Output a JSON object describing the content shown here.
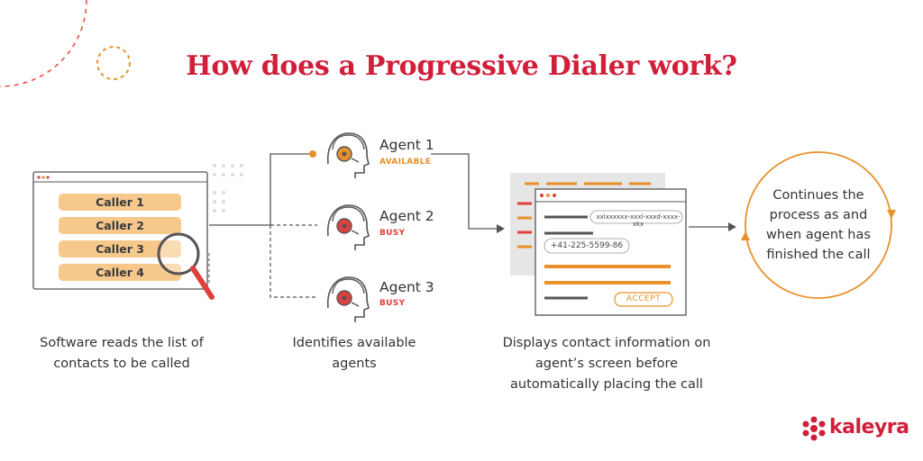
{
  "title": "How does a Progressive Dialer work?",
  "callers": [
    "Caller 1",
    "Caller 2",
    "Caller 3",
    "Caller 4"
  ],
  "agents": [
    {
      "name": "Agent 1",
      "status": "AVAILABLE",
      "color": "#e8902a"
    },
    {
      "name": "Agent 2",
      "status": "BUSY",
      "color": "#e0403c"
    },
    {
      "name": "Agent 3",
      "status": "BUSY",
      "color": "#e0403c"
    }
  ],
  "screen": {
    "field_value": "xxlxxxxxx-xxxl-xxxd-xxxx-xkx",
    "phone": "+41-225-5599-86",
    "accept_label": "ACCEPT"
  },
  "loop_text": "Continues the process as and when agent has finished the call",
  "captions": {
    "step1": "Software reads the list of contacts to be called",
    "step2": "Identifies available agents",
    "step3": "Displays contact information on agent’s screen before automatically placing the call"
  },
  "logo": "kaleyra",
  "colors": {
    "brand_red": "#d11f3a",
    "orange": "#e8902a",
    "caller_fill": "#f6c88c",
    "busy": "#e0403c"
  },
  "icons": [
    "magnifier-icon",
    "headset-agent-icon",
    "loop-arrows-icon",
    "kaleyra-logo-icon"
  ]
}
